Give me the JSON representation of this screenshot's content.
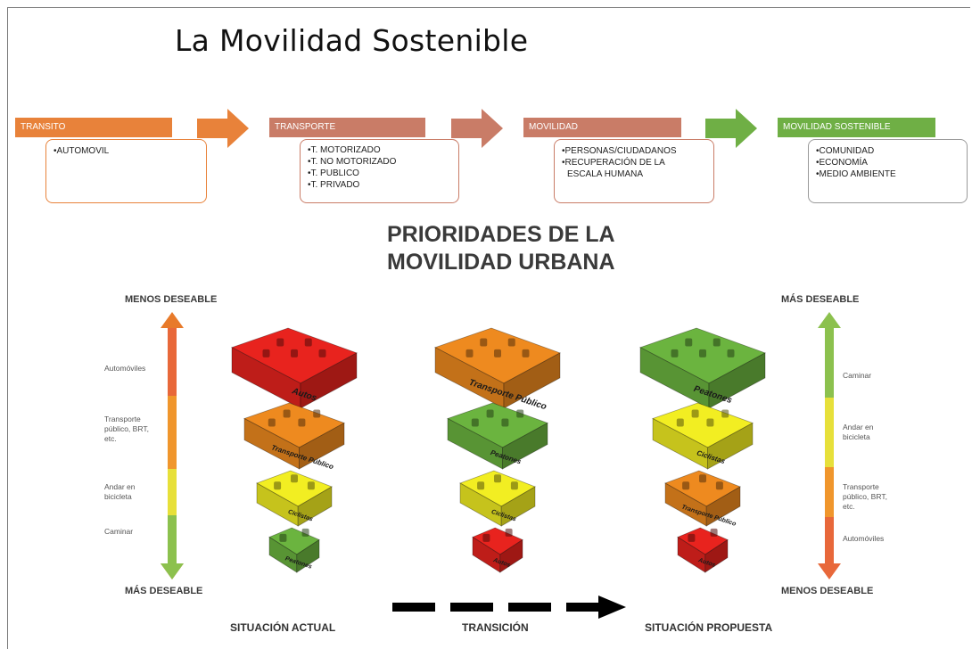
{
  "title": "La Movilidad Sostenible",
  "stages": [
    {
      "id": "transito",
      "header": "TRANSITO",
      "items": [
        "•AUTOMOVIL"
      ],
      "color": "#E8823A",
      "boxBorder": "#E8823A"
    },
    {
      "id": "transporte",
      "header": "TRANSPORTE",
      "items": [
        "•T. MOTORIZADO",
        "•T. NO MOTORIZADO",
        "•T. PUBLICO",
        "•T. PRIVADO"
      ],
      "color": "#C97C67",
      "boxBorder": "#C97C67"
    },
    {
      "id": "movilidad",
      "header": "MOVILIDAD",
      "items": [
        "•PERSONAS/CIUDADANOS",
        "•RECUPERACIÓN DE LA",
        "ESCALA HUMANA"
      ],
      "color": "#C97C67",
      "boxBorder": "#C97C67"
    },
    {
      "id": "movilidad-sostenible",
      "header": "MOVILIDAD SOSTENIBLE",
      "items": [
        "•COMUNIDAD",
        "•ECONOMÍA",
        "•MEDIO AMBIENTE"
      ],
      "color": "#6FAF45",
      "boxBorder": "#9A9A9A"
    }
  ],
  "arrows": [
    "#E8823A",
    "#C97C67",
    "#6FAF45"
  ],
  "pyramid": {
    "title_line1": "PRIORIDADES DE LA",
    "title_line2": "MOVILIDAD URBANA",
    "left": {
      "top_label": "MENOS DESEABLE",
      "bottom_label": "MÁS DESEABLE",
      "items": [
        "Automóviles",
        "Transporte público, BRT, etc.",
        "Andar en bicicleta",
        "Caminar"
      ]
    },
    "right": {
      "top_label": "MÁS DESEABLE",
      "bottom_label": "MENOS DESEABLE",
      "items": [
        "Caminar",
        "Andar en bicicleta",
        "Transporte público, BRT, etc.",
        "Automóviles"
      ]
    },
    "stacks": {
      "actual": [
        "Autos",
        "Transporte Público",
        "Ciclistas",
        "Peatones"
      ],
      "transicion": [
        "Transporte Público",
        "Peatones",
        "Ciclistas",
        "Autos"
      ],
      "propuesta": [
        "Peatones",
        "Ciclistas",
        "Transporte Público",
        "Autos"
      ]
    },
    "bottom": {
      "actual": "SITUACIÓN ACTUAL",
      "transicion": "TRANSICIÓN",
      "propuesta": "SITUACIÓN PROPUESTA"
    }
  },
  "colors": {
    "red": "#E8231E",
    "orange": "#EE8A1F",
    "yellow": "#F2EE22",
    "green": "#6BB43F",
    "darkgreen": "#4E8A2E"
  }
}
